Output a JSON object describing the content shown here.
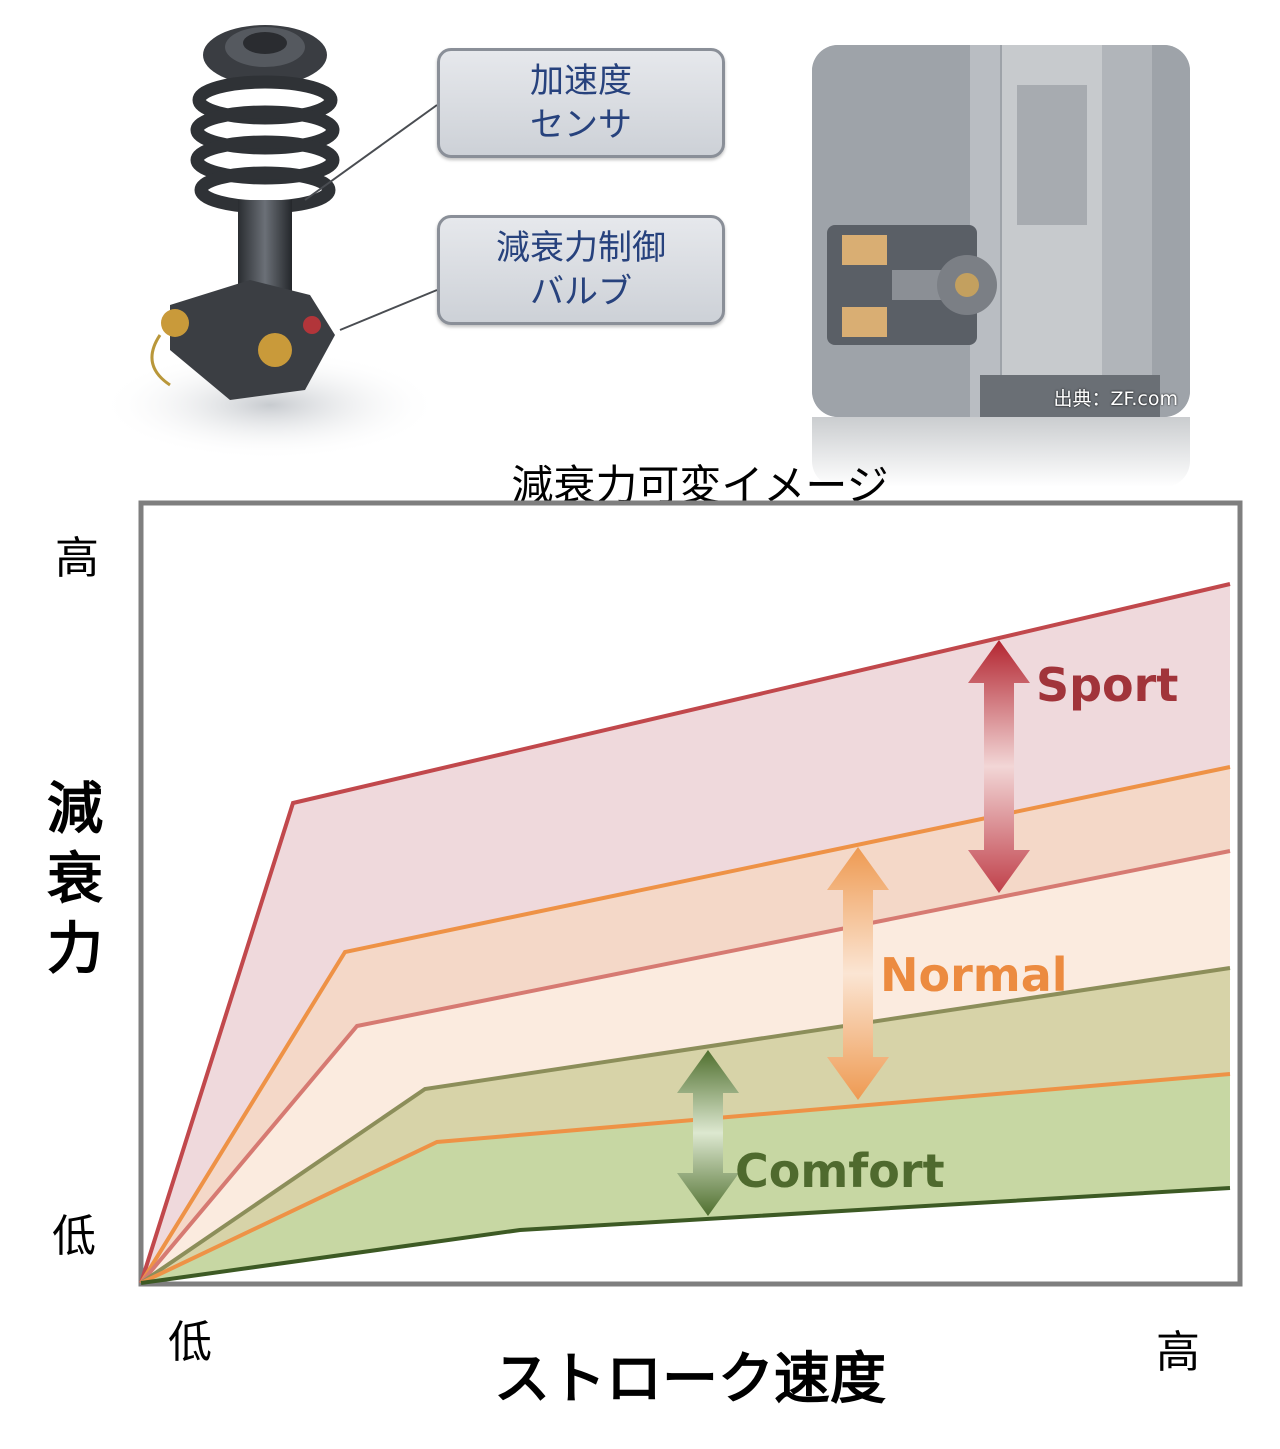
{
  "callouts": {
    "sensor": {
      "line1": "加速度",
      "line2": "センサ"
    },
    "valve": {
      "line1": "減衰力制御",
      "line2": "バルブ"
    }
  },
  "photo": {
    "source": "出典：ZF.com"
  },
  "chart": {
    "title": "減衰力可変イメージ",
    "y_high": "高",
    "y_low": "低",
    "x_low": "低",
    "x_high": "高",
    "ylabel_chars": [
      "減",
      "衰",
      "力"
    ],
    "xlabel": "ストローク速度",
    "modes": {
      "sport": "Sport",
      "normal": "Normal",
      "comfort": "Comfort"
    }
  },
  "colors": {
    "sport": "#b94545",
    "normal": "#e98f48",
    "comfort": "#5a7a3a",
    "frame": "#7f7f7f"
  },
  "chart_data": {
    "type": "area",
    "title": "減衰力可変イメージ",
    "xlabel": "ストローク速度",
    "ylabel": "減衰力",
    "x_ticks": [
      "低",
      "高"
    ],
    "y_ticks": [
      "低",
      "高"
    ],
    "bands": [
      "Sport",
      "Normal",
      "Comfort"
    ]
  }
}
